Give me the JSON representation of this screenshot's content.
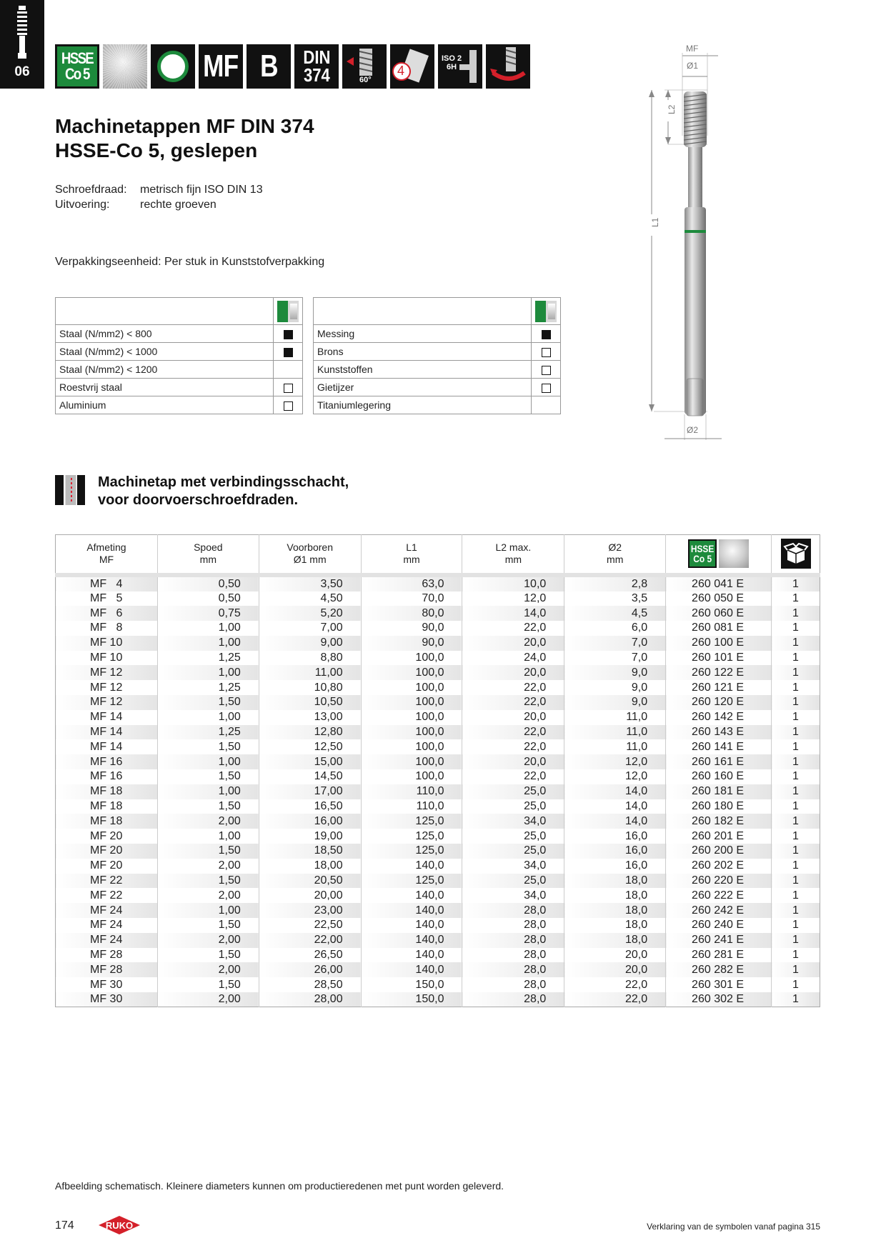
{
  "chapter": {
    "number": "06"
  },
  "symbols": {
    "hsse_line1": "HSSE",
    "hsse_line2": "Co 5",
    "mf": "MF",
    "b": "B",
    "din_line1": "DIN",
    "din_line2": "374",
    "angle": "60°",
    "flutes": "4",
    "iso_line1": "ISO 2",
    "iso_line2": "6H"
  },
  "title": {
    "line1": "Machinetappen MF DIN 374",
    "line2": "HSSE-Co 5, geslepen"
  },
  "specs": [
    {
      "key": "Schroefdraad:",
      "value": "metrisch fijn ISO DIN 13"
    },
    {
      "key": "Uitvoering:",
      "value": "rechte groeven"
    }
  ],
  "packaging": "Verpakkingseenheid: Per stuk in Kunststofverpakking",
  "materials_left": [
    {
      "name": "Staal (N/mm2) < 800",
      "mark": "filled"
    },
    {
      "name": "Staal (N/mm2) < 1000",
      "mark": "filled"
    },
    {
      "name": "Staal (N/mm2) < 1200",
      "mark": "none"
    },
    {
      "name": "Roestvrij staal",
      "mark": "empty"
    },
    {
      "name": "Aluminium",
      "mark": "empty"
    }
  ],
  "materials_right": [
    {
      "name": "Messing",
      "mark": "filled"
    },
    {
      "name": "Brons",
      "mark": "empty"
    },
    {
      "name": "Kunststoffen",
      "mark": "empty"
    },
    {
      "name": "Gietijzer",
      "mark": "empty"
    },
    {
      "name": "Titaniumlegering",
      "mark": "none"
    }
  ],
  "section": {
    "line1": "Machinetap met verbindingsschacht,",
    "line2": "voor doorvoerschroefdraden."
  },
  "table": {
    "headers": [
      {
        "line1": "Afmeting",
        "line2": "MF"
      },
      {
        "line1": "Spoed",
        "line2": "mm"
      },
      {
        "line1": "Voorboren",
        "line2": "Ø1 mm"
      },
      {
        "line1": "L1",
        "line2": "mm"
      },
      {
        "line1": "L2 max.",
        "line2": "mm"
      },
      {
        "line1": "Ø2",
        "line2": "mm"
      }
    ],
    "hsse_line1": "HSSE",
    "hsse_line2": "Co 5",
    "rows": [
      [
        "MF   4",
        "0,50",
        "3,50",
        "63,0",
        "10,0",
        "2,8",
        "260 041 E",
        "1"
      ],
      [
        "MF   5",
        "0,50",
        "4,50",
        "70,0",
        "12,0",
        "3,5",
        "260 050 E",
        "1"
      ],
      [
        "MF   6",
        "0,75",
        "5,20",
        "80,0",
        "14,0",
        "4,5",
        "260 060 E",
        "1"
      ],
      [
        "MF   8",
        "1,00",
        "7,00",
        "90,0",
        "22,0",
        "6,0",
        "260 081 E",
        "1"
      ],
      [
        "MF 10",
        "1,00",
        "9,00",
        "90,0",
        "20,0",
        "7,0",
        "260 100 E",
        "1"
      ],
      [
        "MF 10",
        "1,25",
        "8,80",
        "100,0",
        "24,0",
        "7,0",
        "260 101 E",
        "1"
      ],
      [
        "MF 12",
        "1,00",
        "11,00",
        "100,0",
        "20,0",
        "9,0",
        "260 122 E",
        "1"
      ],
      [
        "MF 12",
        "1,25",
        "10,80",
        "100,0",
        "22,0",
        "9,0",
        "260 121 E",
        "1"
      ],
      [
        "MF 12",
        "1,50",
        "10,50",
        "100,0",
        "22,0",
        "9,0",
        "260 120 E",
        "1"
      ],
      [
        "MF 14",
        "1,00",
        "13,00",
        "100,0",
        "20,0",
        "11,0",
        "260 142 E",
        "1"
      ],
      [
        "MF 14",
        "1,25",
        "12,80",
        "100,0",
        "22,0",
        "11,0",
        "260 143 E",
        "1"
      ],
      [
        "MF 14",
        "1,50",
        "12,50",
        "100,0",
        "22,0",
        "11,0",
        "260 141 E",
        "1"
      ],
      [
        "MF 16",
        "1,00",
        "15,00",
        "100,0",
        "20,0",
        "12,0",
        "260 161 E",
        "1"
      ],
      [
        "MF 16",
        "1,50",
        "14,50",
        "100,0",
        "22,0",
        "12,0",
        "260 160 E",
        "1"
      ],
      [
        "MF 18",
        "1,00",
        "17,00",
        "110,0",
        "25,0",
        "14,0",
        "260 181 E",
        "1"
      ],
      [
        "MF 18",
        "1,50",
        "16,50",
        "110,0",
        "25,0",
        "14,0",
        "260 180 E",
        "1"
      ],
      [
        "MF 18",
        "2,00",
        "16,00",
        "125,0",
        "34,0",
        "14,0",
        "260 182 E",
        "1"
      ],
      [
        "MF 20",
        "1,00",
        "19,00",
        "125,0",
        "25,0",
        "16,0",
        "260 201 E",
        "1"
      ],
      [
        "MF 20",
        "1,50",
        "18,50",
        "125,0",
        "25,0",
        "16,0",
        "260 200 E",
        "1"
      ],
      [
        "MF 20",
        "2,00",
        "18,00",
        "140,0",
        "34,0",
        "16,0",
        "260 202 E",
        "1"
      ],
      [
        "MF 22",
        "1,50",
        "20,50",
        "125,0",
        "25,0",
        "18,0",
        "260 220 E",
        "1"
      ],
      [
        "MF 22",
        "2,00",
        "20,00",
        "140,0",
        "34,0",
        "18,0",
        "260 222 E",
        "1"
      ],
      [
        "MF 24",
        "1,00",
        "23,00",
        "140,0",
        "28,0",
        "18,0",
        "260 242 E",
        "1"
      ],
      [
        "MF 24",
        "1,50",
        "22,50",
        "140,0",
        "28,0",
        "18,0",
        "260 240 E",
        "1"
      ],
      [
        "MF 24",
        "2,00",
        "22,00",
        "140,0",
        "28,0",
        "18,0",
        "260 241 E",
        "1"
      ],
      [
        "MF 28",
        "1,50",
        "26,50",
        "140,0",
        "28,0",
        "20,0",
        "260 281 E",
        "1"
      ],
      [
        "MF 28",
        "2,00",
        "26,00",
        "140,0",
        "28,0",
        "20,0",
        "260 282 E",
        "1"
      ],
      [
        "MF 30",
        "1,50",
        "28,50",
        "150,0",
        "28,0",
        "22,0",
        "260 301 E",
        "1"
      ],
      [
        "MF 30",
        "2,00",
        "28,00",
        "150,0",
        "28,0",
        "22,0",
        "260 302 E",
        "1"
      ]
    ]
  },
  "drawing": {
    "mf": "MF",
    "d1": "Ø1",
    "l2": "L2",
    "l1": "L1",
    "d2": "Ø2"
  },
  "footer": {
    "note": "Afbeelding schematisch. Kleinere diameters kunnen om productieredenen met punt worden geleverd.",
    "page": "174",
    "logo": "RUKO",
    "right": "Verklaring van de symbolen vanaf pagina 315"
  },
  "colors": {
    "accent_green": "#1d8a3c",
    "red": "#d4202a"
  }
}
